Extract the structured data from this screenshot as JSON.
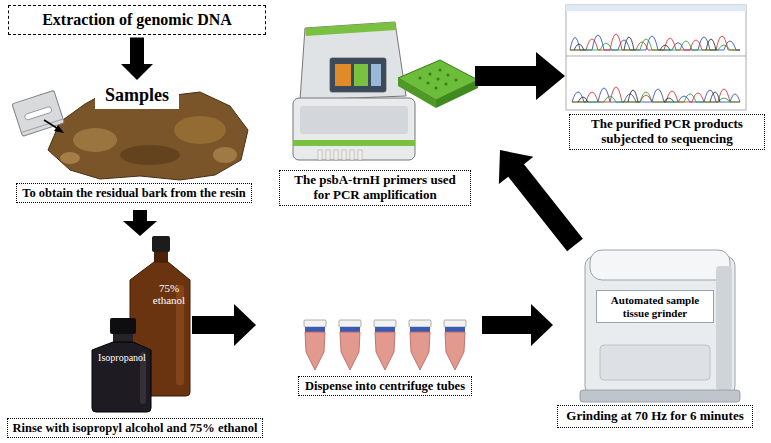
{
  "diagram": {
    "nodes": [
      {
        "text": [
          "Extraction of genomic DNA"
        ]
      },
      {
        "text": [
          "Samples"
        ]
      },
      {
        "text": [
          "To obtain the residual bark from the resin"
        ]
      },
      {
        "text": [
          "Rinse with isopropyl alcohol and 75% ethanol"
        ]
      },
      {
        "text": [
          "Dispense into centrifuge tubes"
        ]
      },
      {
        "text": [
          "Automated sample tissue grinder"
        ]
      },
      {
        "text": [
          "Grinding at 70 Hz for 6 minutes"
        ]
      },
      {
        "text": [
          "The psbA-trnH primers used for PCR amplification"
        ]
      },
      {
        "text": [
          "The purified PCR products subjected to sequencing"
        ]
      }
    ],
    "edges": [
      {
        "from": 0,
        "to": 1,
        "arrow": "to"
      }
    ],
    "labels": [
      "75% ethanol",
      "Isopropanol"
    ]
  }
}
